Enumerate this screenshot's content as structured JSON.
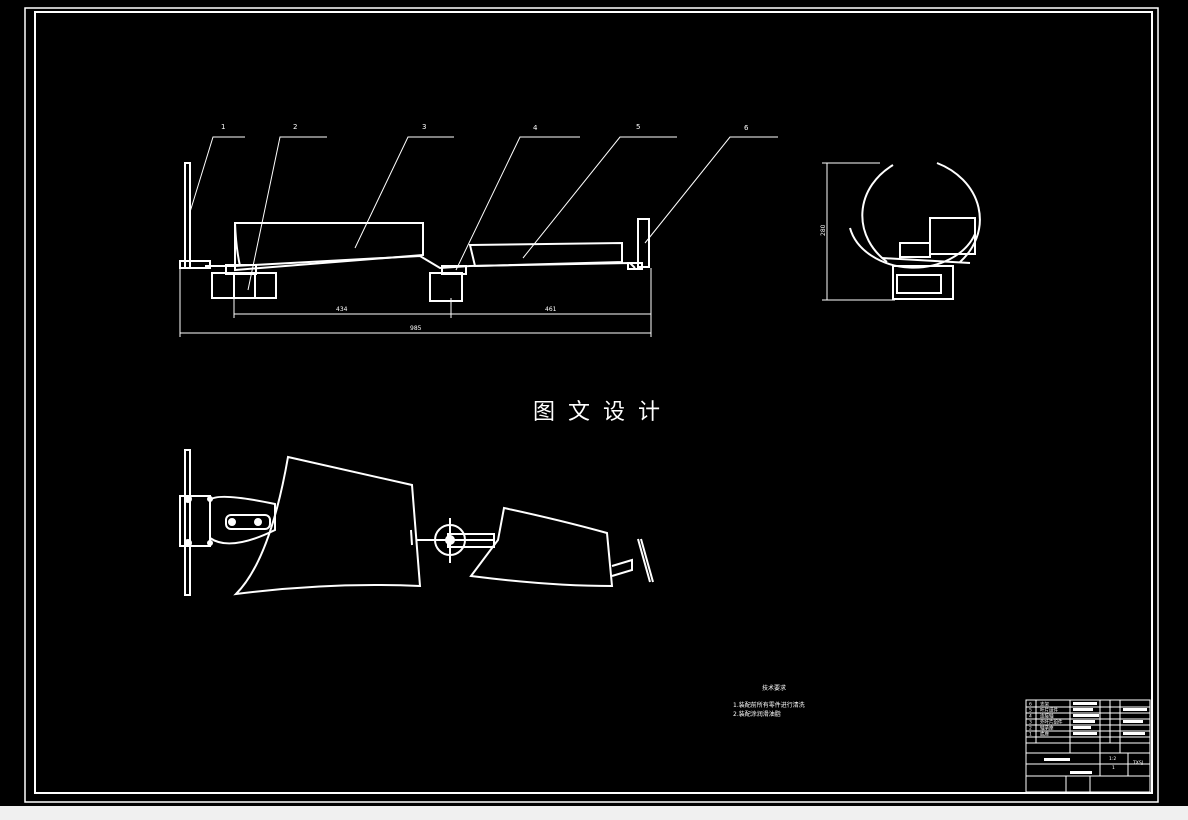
{
  "sheet": {
    "watermark": "图 文 设 计",
    "colors": {
      "background": "#000000",
      "line": "#ffffff",
      "strip": "#f0f0f0"
    }
  },
  "callouts": [
    "1",
    "2",
    "3",
    "4",
    "5",
    "6"
  ],
  "dimensions": {
    "span_left": "434",
    "span_right": "461",
    "overall": "985",
    "side_height": "280"
  },
  "notes": {
    "title": "技术要求",
    "lines": [
      "1.装配前所有零件进行清洗",
      "2.装配涂润滑油脂"
    ]
  },
  "title_block": {
    "parts": [
      {
        "no": "6",
        "name": "支架"
      },
      {
        "no": "5",
        "name": "叶片组件"
      },
      {
        "no": "4",
        "name": "连接轴"
      },
      {
        "no": "3",
        "name": "外叶片组件"
      },
      {
        "no": "2",
        "name": "轴承座"
      },
      {
        "no": "1",
        "name": "底座"
      }
    ],
    "scale": "1:2",
    "sheet_no": "1",
    "drawing_code": "TXSJ"
  }
}
